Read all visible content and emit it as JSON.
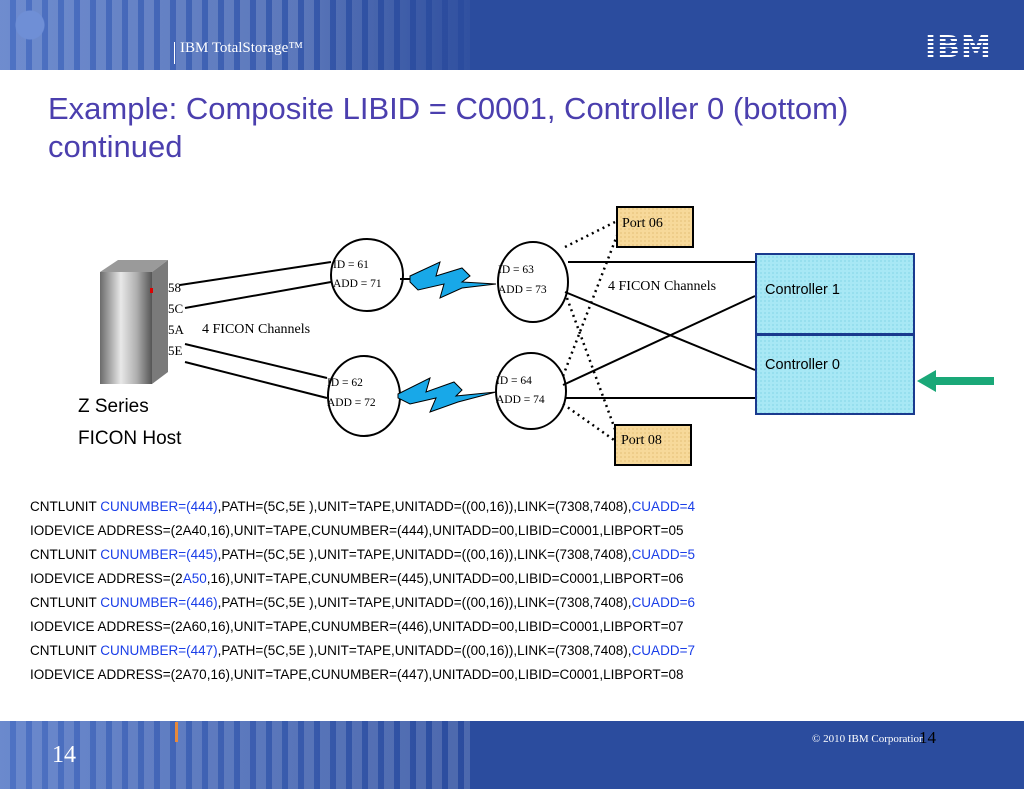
{
  "header": {
    "brand": "IBM TotalStorage™",
    "logo": "IBM"
  },
  "title": "Example: Composite LIBID = C0001, Controller 0 (bottom) continued",
  "diagram": {
    "host_label_line1": "Z Series",
    "host_label_line2": "FICON Host",
    "host_ports": [
      "58",
      "5C",
      "5A",
      "5E"
    ],
    "host_channels_label": "4 FICON Channels",
    "right_channels_label": "4 FICON Channels",
    "switches": [
      {
        "id": "ID = 61",
        "add": "ADD = 71"
      },
      {
        "id": "ID = 62",
        "add": "ADD = 72"
      },
      {
        "id": "ID = 63",
        "add": "ADD = 73"
      },
      {
        "id": "ID = 64",
        "add": "ADD = 74"
      }
    ],
    "port_top": "Port 06",
    "port_bottom": "Port 08",
    "controller_1": "Controller 1",
    "controller_0": "Controller 0",
    "colors": {
      "ports_fill": "#f7d99a",
      "controller_fill": "#a8e8f5",
      "lightning": "#18a8e8",
      "arrow": "#1aa878"
    }
  },
  "code_lines": [
    [
      {
        "t": "CNTLUNIT ",
        "h": false
      },
      {
        "t": "CUNUMBER=(444)",
        "h": true
      },
      {
        "t": ",PATH=(5C,5E ),UNIT=TAPE,UNITADD=((00,16)),LINK=(7308,7408),",
        "h": false
      },
      {
        "t": "CUADD=4",
        "h": true
      }
    ],
    [
      {
        "t": "IODEVICE ADDRESS=(2A40,16),UNIT=TAPE,CUNUMBER=(444),UNITADD=00,LIBID=C0001,LIBPORT=05",
        "h": false
      }
    ],
    [
      {
        "t": "CNTLUNIT ",
        "h": false
      },
      {
        "t": "CUNUMBER=(445)",
        "h": true
      },
      {
        "t": ",PATH=(5C,5E ),UNIT=TAPE,UNITADD=((00,16)),LINK=(7308,7408),",
        "h": false
      },
      {
        "t": "CUADD=5",
        "h": true
      }
    ],
    [
      {
        "t": "IODEVICE ADDRESS=(2",
        "h": false
      },
      {
        "t": "A50",
        "h": true
      },
      {
        "t": ",16),UNIT=TAPE,CUNUMBER=(445),UNITADD=00,LIBID=C0001,LIBPORT=06",
        "h": false
      }
    ],
    [
      {
        "t": "CNTLUNIT ",
        "h": false
      },
      {
        "t": "CUNUMBER=(446)",
        "h": true
      },
      {
        "t": ",PATH=(5C,5E ),UNIT=TAPE,UNITADD=((00,16)),LINK=(7308,7408),",
        "h": false
      },
      {
        "t": "CUADD=6",
        "h": true
      }
    ],
    [
      {
        "t": "IODEVICE ADDRESS=(2A60,16),UNIT=TAPE,CUNUMBER=(446),UNITADD=00,LIBID=C0001,LIBPORT=07",
        "h": false
      }
    ],
    [
      {
        "t": "CNTLUNIT ",
        "h": false
      },
      {
        "t": "CUNUMBER=(447)",
        "h": true
      },
      {
        "t": ",PATH=(5C,5E ),UNIT=TAPE,UNITADD=((00,16)),LINK=(7308,7408),",
        "h": false
      },
      {
        "t": "CUADD=7",
        "h": true
      }
    ],
    [
      {
        "t": "IODEVICE ADDRESS=(2A70,16),UNIT=TAPE,CUNUMBER=(447),UNITADD=00,LIBID=C0001,LIBPORT=08",
        "h": false
      }
    ]
  ],
  "footer": {
    "page_number": "14",
    "copyright": "© 2010 IBM Corporation",
    "slide_number": "14"
  }
}
